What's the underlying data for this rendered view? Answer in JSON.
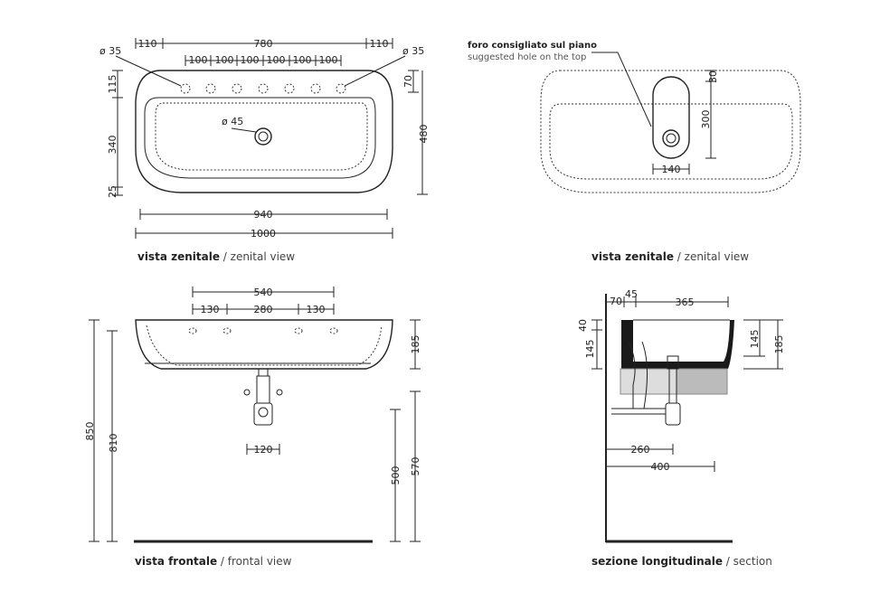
{
  "views": {
    "top_left": {
      "caption_bold": "vista zenitale",
      "caption_rest": " / zenital view",
      "dims": {
        "left_margin": "110",
        "center": "780",
        "right_margin": "110",
        "spacing": [
          "100",
          "100",
          "100",
          "100",
          "100",
          "100"
        ],
        "hole_left": "ø 35",
        "hole_right": "ø 35",
        "drain": "ø 45",
        "d115": "115",
        "d340": "340",
        "d25": "25",
        "d70": "70",
        "d480": "480",
        "d940": "940",
        "d1000": "1000"
      }
    },
    "top_right": {
      "caption_bold": "vista zenitale",
      "caption_rest": " / zenital view",
      "note_it": "foro consigliato sul piano",
      "note_en": "suggested hole on the top",
      "dims": {
        "d30": "30",
        "d300": "300",
        "d140": "140"
      }
    },
    "bottom_left": {
      "caption_bold": "vista frontale",
      "caption_rest": " / frontal view",
      "dims": {
        "d540": "540",
        "d130a": "130",
        "d280": "280",
        "d130b": "130",
        "d185": "185",
        "d850": "850",
        "d810": "810",
        "d500": "500",
        "d570": "570",
        "d120": "120"
      }
    },
    "bottom_right": {
      "caption_bold": "sezione longitudinale",
      "caption_rest": " / section",
      "dims": {
        "d70": "70",
        "d45": "45",
        "d365": "365",
        "d40": "40",
        "d145a": "145",
        "d145b": "145",
        "d185": "185",
        "d260": "260",
        "d400": "400"
      }
    }
  }
}
